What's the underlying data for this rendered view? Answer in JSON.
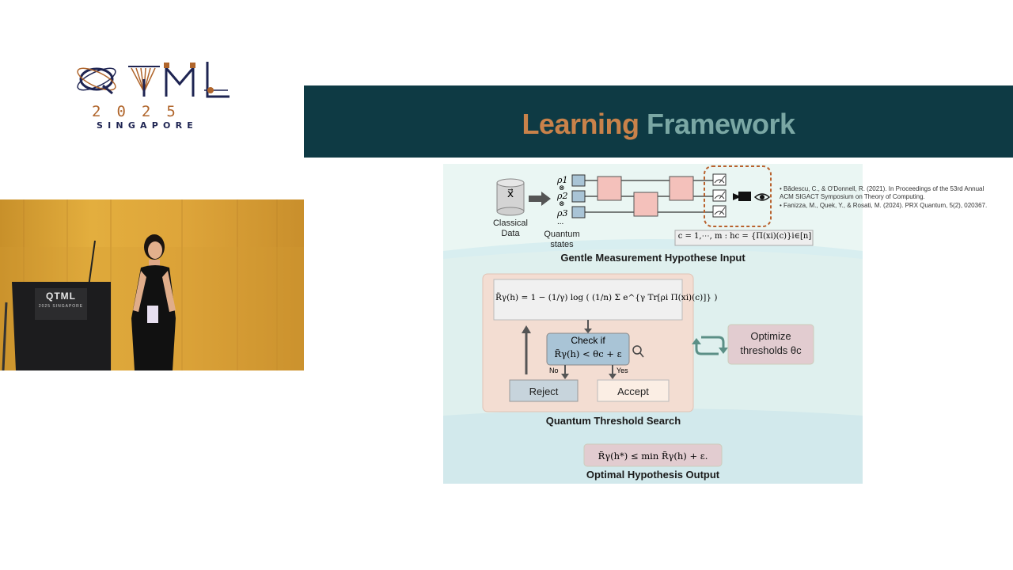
{
  "logo": {
    "year": "2025",
    "city": "SINGAPORE"
  },
  "video": {
    "lectern_logo": "QTML",
    "lectern_sub": "2025 SINGAPORE"
  },
  "slide": {
    "title_part1": "Learning",
    "title_part2": "Framework"
  },
  "diagram": {
    "classical_label": "Classical\nData",
    "x_symbol": "x⃗",
    "rho": [
      "ρ1",
      "ρ2",
      "ρ3"
    ],
    "dots": "...",
    "quantum_label": "Quantum\nstates",
    "hc_formula": "c = 1,⋯, m : hc = {Π(xi)(c)}i∈[n]",
    "section1": "Gentle Measurement Hypothese Input",
    "risk_formula": "R̃γ(h) = 1 − (1/γ) log ( (1/n) Σ e^{γ Tr[ρi Π(xi)(c)]} )",
    "check_line1": "Check if",
    "check_line2": "R̃γ(h) < θc + ε",
    "no_label": "No",
    "yes_label": "Yes",
    "reject_label": "Reject",
    "accept_label": "Accept",
    "optimize_line1": "Optimize",
    "optimize_line2": "thresholds θc",
    "section2": "Quantum Threshold Search",
    "output_formula": "R̃γ(h*) ≤ min R̃γ(h) + ε.",
    "section3": "Optimal Hypothesis Output"
  },
  "references": [
    "Bădescu, C., & O'Donnell, R. (2021). In Proceedings of the 53rd Annual ACM SIGACT Symposium on Theory of Computing.",
    "Fanizza, M., Quek, Y., & Rosati, M. (2024). PRX Quantum, 5(2), 020367."
  ],
  "colors": {
    "header_bg": "#0e3a44",
    "title_orange": "#c9824a",
    "title_teal": "#7aa7a4",
    "logo_orange": "#b0652b",
    "logo_navy": "#1e2452",
    "gate_pink": "#f4c1bb",
    "qubit_blue": "#a9c4d6"
  }
}
